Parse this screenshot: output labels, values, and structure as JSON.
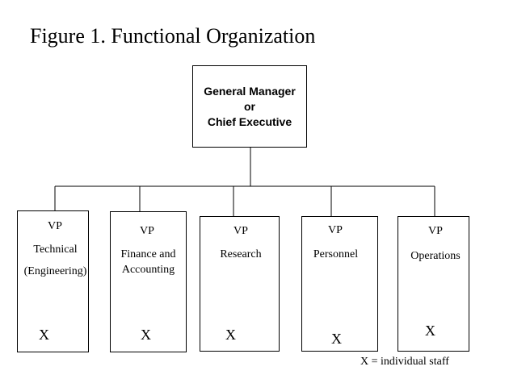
{
  "title": "Figure 1. Functional Organization",
  "top": {
    "lines": [
      "General Manager",
      "or",
      "Chief Executive"
    ]
  },
  "departments": [
    {
      "vp": "VP",
      "lines": [
        "Technical",
        "(Engineering)"
      ],
      "staff": "X"
    },
    {
      "vp": "VP",
      "lines": [
        "Finance and",
        "Accounting"
      ],
      "staff": "X"
    },
    {
      "vp": "VP",
      "lines": [
        "Research"
      ],
      "staff": "X"
    },
    {
      "vp": "VP",
      "lines": [
        "Personnel"
      ],
      "staff": "X"
    },
    {
      "vp": "VP",
      "lines": [
        "Operations"
      ],
      "staff": "X"
    }
  ],
  "legend": "X = individual staff"
}
